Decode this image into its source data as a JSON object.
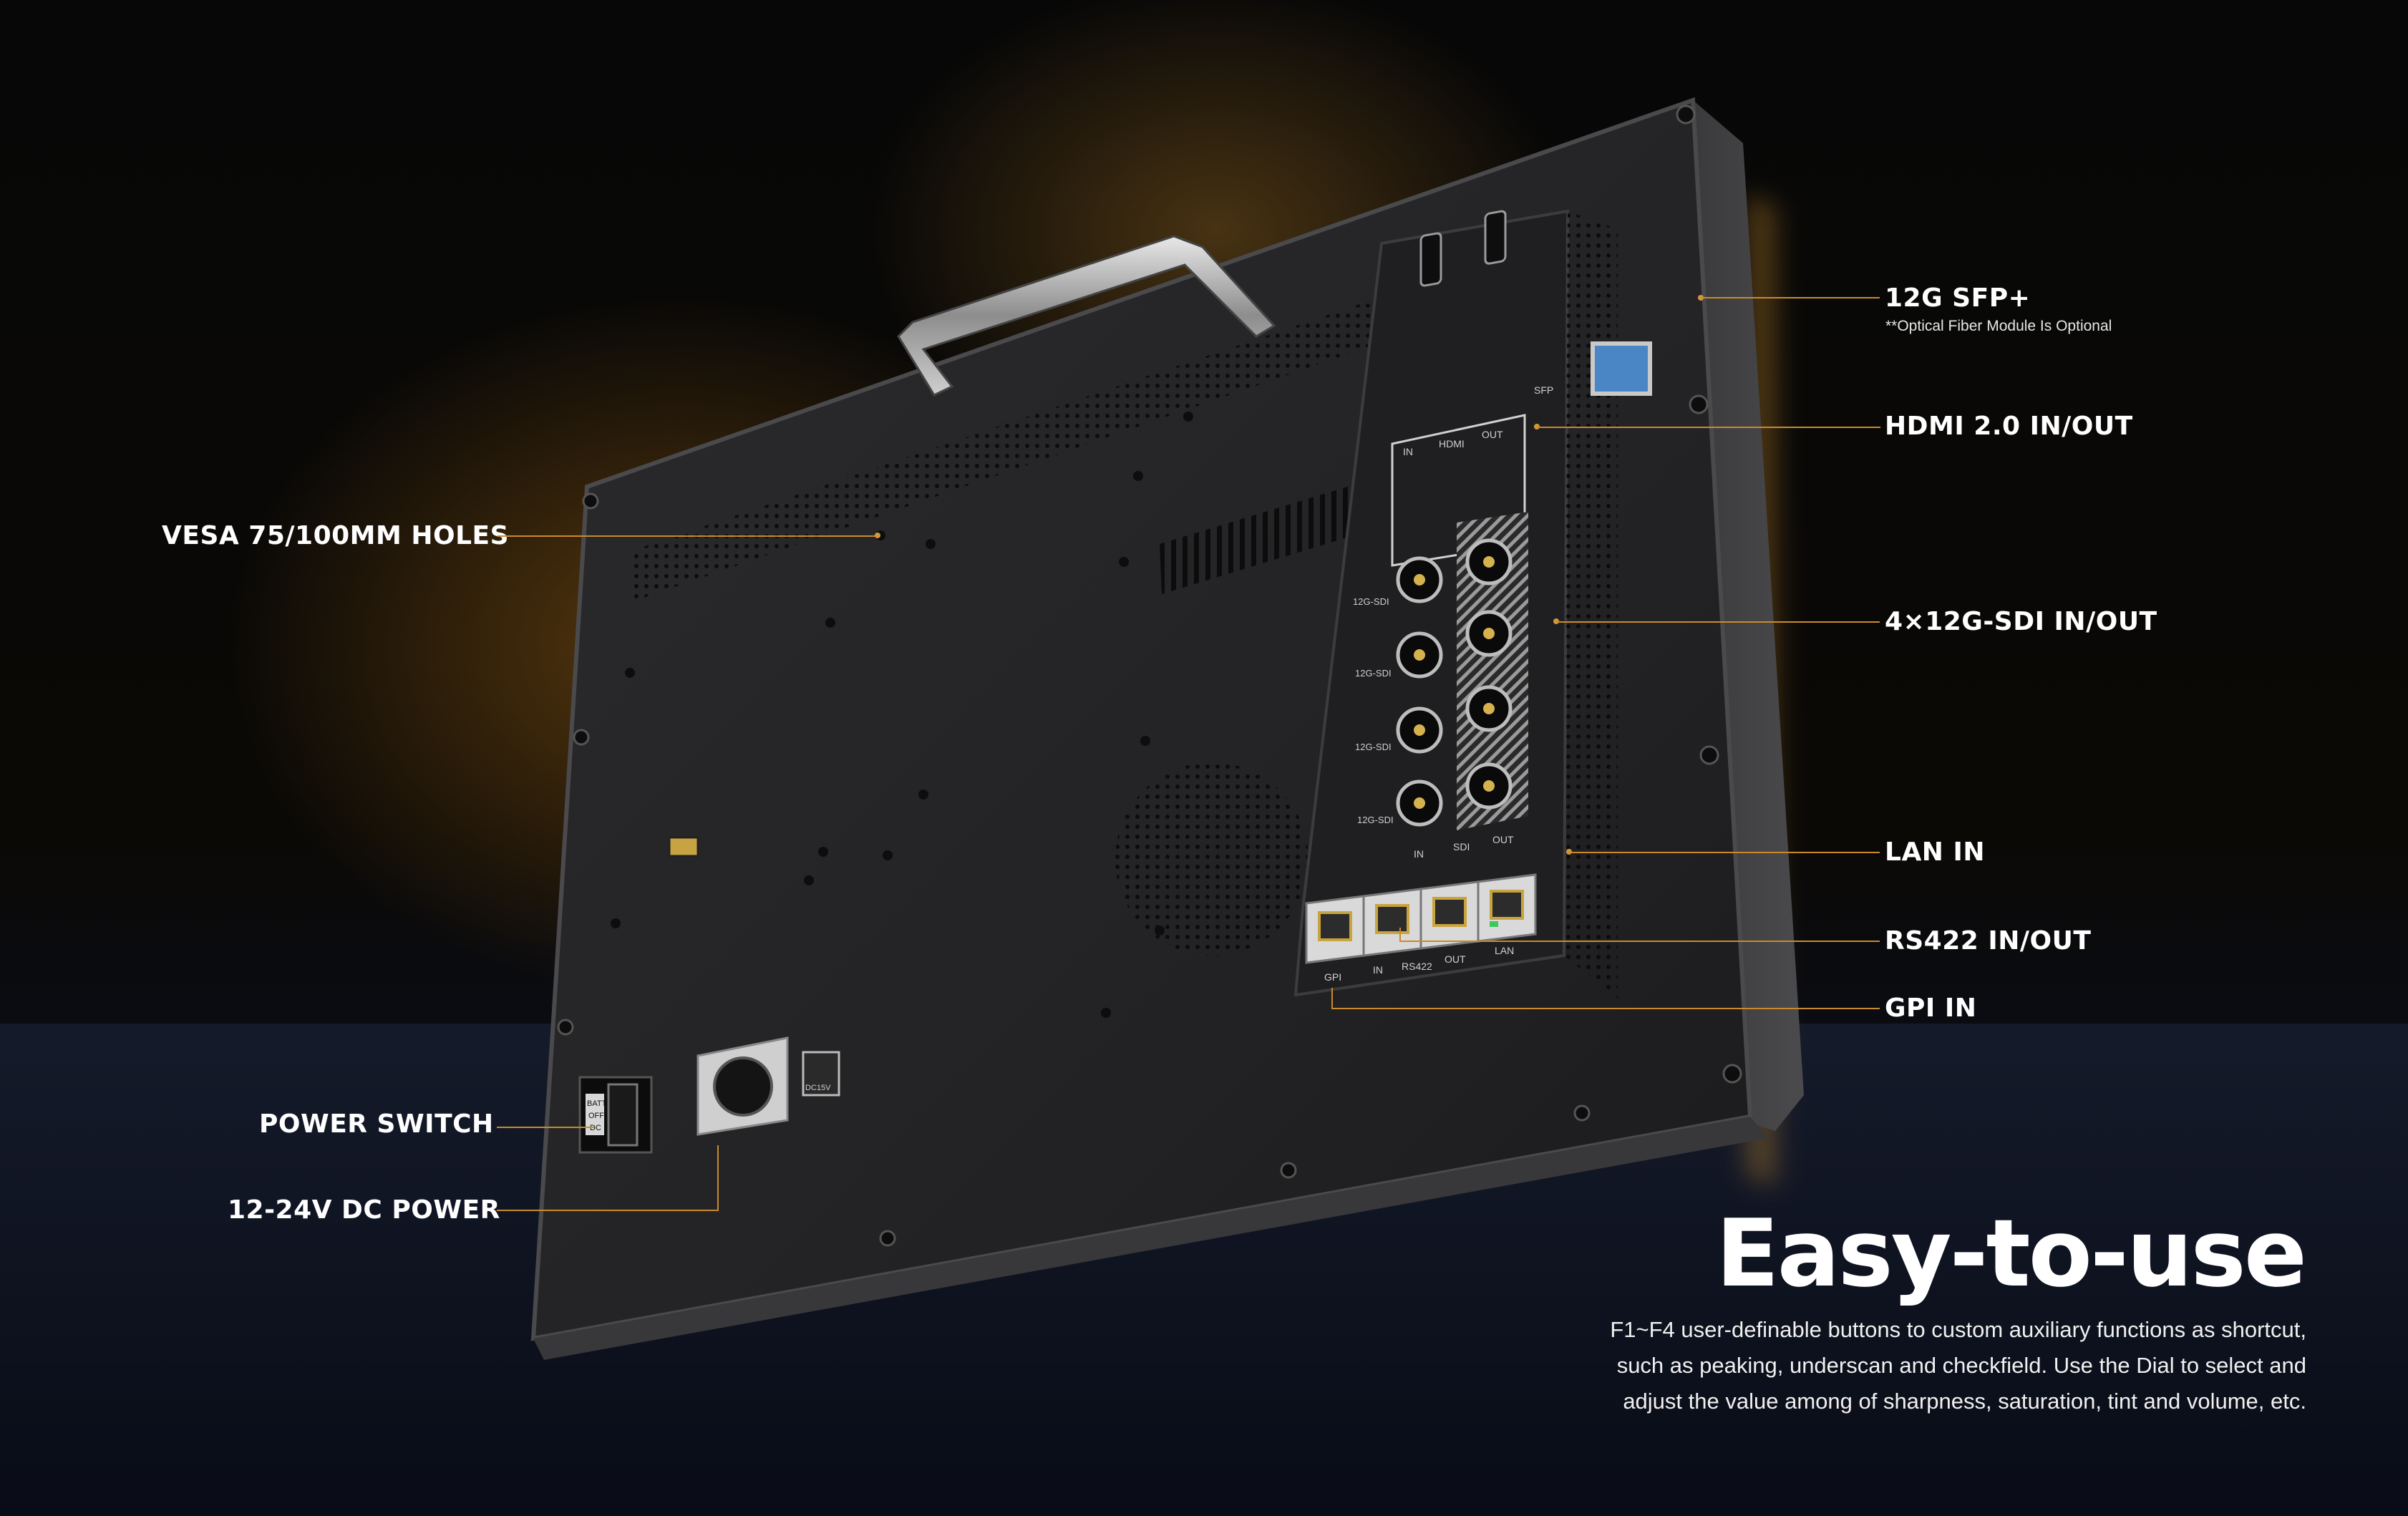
{
  "callouts": {
    "sfp": {
      "label": "12G SFP+",
      "note": "**Optical Fiber Module Is Optional"
    },
    "hdmi": {
      "label": "HDMI 2.0 IN/OUT"
    },
    "sdi": {
      "label": "4×12G-SDI IN/OUT"
    },
    "lan": {
      "label": "LAN IN"
    },
    "rs422": {
      "label": "RS422 IN/OUT"
    },
    "gpi": {
      "label": "GPI IN"
    },
    "vesa": {
      "label": "VESA 75/100MM HOLES"
    },
    "power_switch": {
      "label": "POWER SWITCH"
    },
    "dc_power": {
      "label": "12-24V DC POWER"
    }
  },
  "panel_labels": {
    "sfp": "SFP",
    "hdmi_in": "IN",
    "hdmi": "HDMI",
    "hdmi_out": "OUT",
    "sdi_row": "12G-SDI",
    "sdi_in": "IN",
    "sdi": "SDI",
    "sdi_out": "OUT",
    "gpi": "GPI",
    "rs422_in": "IN",
    "rs422": "RS422",
    "rs422_out": "OUT",
    "lan": "LAN",
    "batt": "BATT",
    "off": "OFF",
    "dc": "DC",
    "dc15v": "DC15V"
  },
  "feature": {
    "title": "Easy-to-use",
    "lines": [
      "F1~F4 user-definable buttons to custom auxiliary functions as shortcut,",
      "such as peaking, underscan and checkfield. Use the Dial to select and",
      "adjust the value among of sharpness, saturation, tint and volume, etc."
    ]
  },
  "colors": {
    "accent_line": "#c98a2b",
    "text": "#ffffff"
  }
}
